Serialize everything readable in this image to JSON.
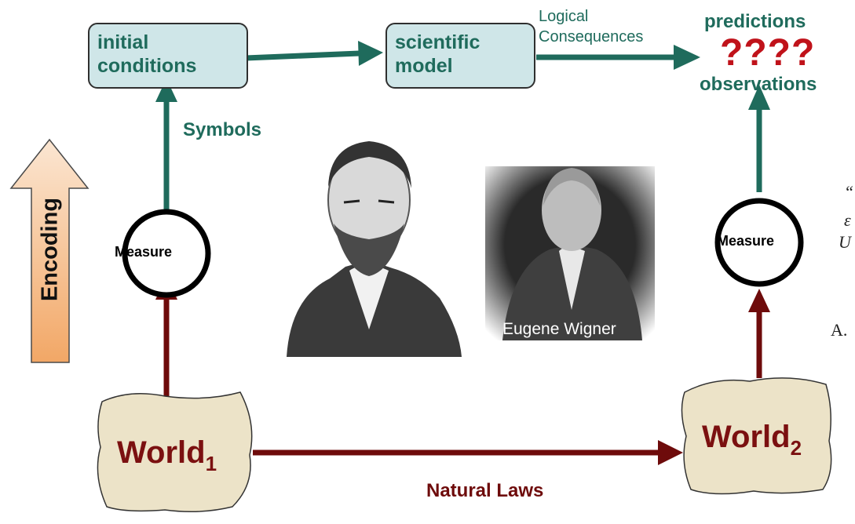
{
  "top": {
    "initial_conditions": "initial conditions",
    "scientific_model": "scientific model",
    "logical_consequences_line1": "Logical",
    "logical_consequences_line2": "Consequences",
    "predictions": "predictions",
    "question_marks": "????",
    "observations": "observations"
  },
  "labels": {
    "symbols": "Symbols",
    "encoding": "Encoding",
    "measure_left": "Measure",
    "measure_right": "Measure",
    "natural_laws": "Natural Laws",
    "world1_base": "World",
    "world1_sub": "1",
    "world2_base": "World",
    "world2_sub": "2"
  },
  "portraits": {
    "right_caption": "Eugene Wigner"
  },
  "cutoff_text": {
    "quote_mark": "“",
    "fragment_a": "ε",
    "fragment_b": "U",
    "fragment_c": "A."
  },
  "colors": {
    "green": "#1f6b5c",
    "dark_red": "#6e0b0b",
    "box_fill": "#cfe6e8",
    "world_fill": "#ece3c8",
    "encoding_fill": "#f5c9a0",
    "qmark_red": "#c0121a"
  }
}
